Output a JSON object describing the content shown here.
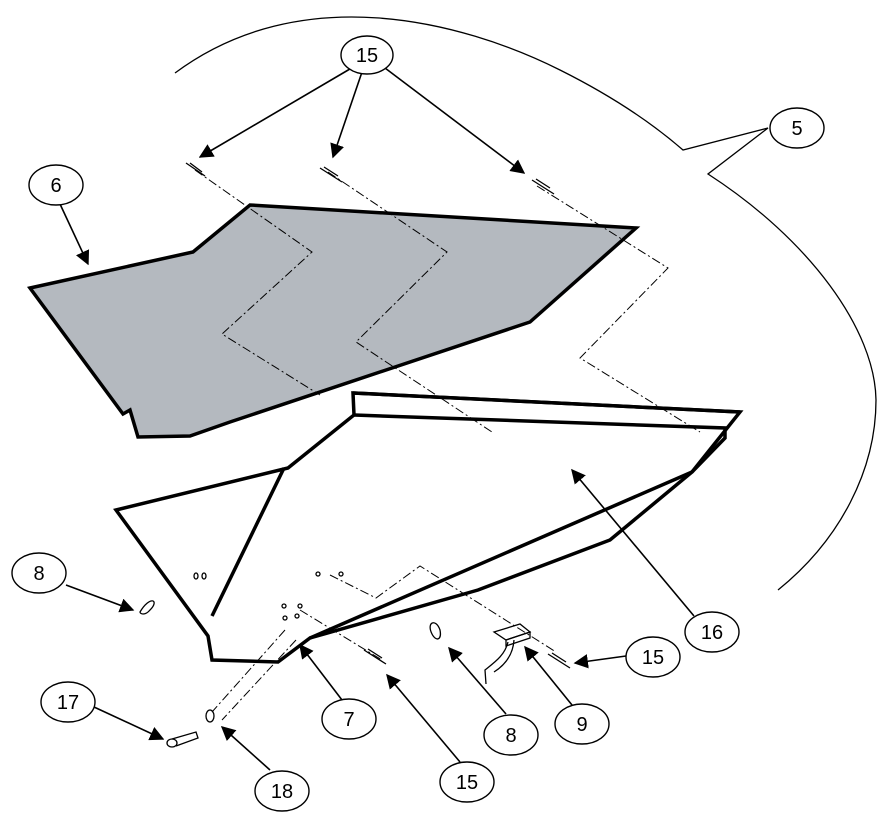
{
  "callouts": {
    "c15_top": "15",
    "c5": "5",
    "c6": "6",
    "c8_left": "8",
    "c16": "16",
    "c15_right": "15",
    "c9": "9",
    "c8_bottom": "8",
    "c15_bottom": "15",
    "c7": "7",
    "c17": "17",
    "c18": "18"
  },
  "colors": {
    "panel_fill": "#b4b9bf",
    "line": "#000000"
  }
}
